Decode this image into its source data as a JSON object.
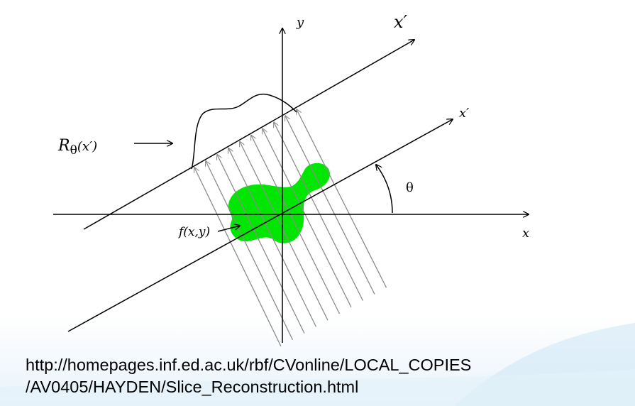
{
  "diagram": {
    "labels": {
      "y_axis": "y",
      "x_axis": "x",
      "x_prime_detector": "x′",
      "x_prime_rotated": "x′",
      "projection_prefix": "R",
      "projection_subscript": "θ",
      "projection_arg": "(x′)",
      "object": "f(x,y)",
      "angle": "θ"
    },
    "colors": {
      "object_fill": "#00e600",
      "ray_color": "#8c8c8c",
      "line_color": "#000000"
    }
  },
  "caption": {
    "line1": "http://homepages.inf.ed.ac.uk/rbf/CVonline/LOCAL_COPIES",
    "line2": "/AV0405/HAYDEN/Slice_Reconstruction.html"
  }
}
